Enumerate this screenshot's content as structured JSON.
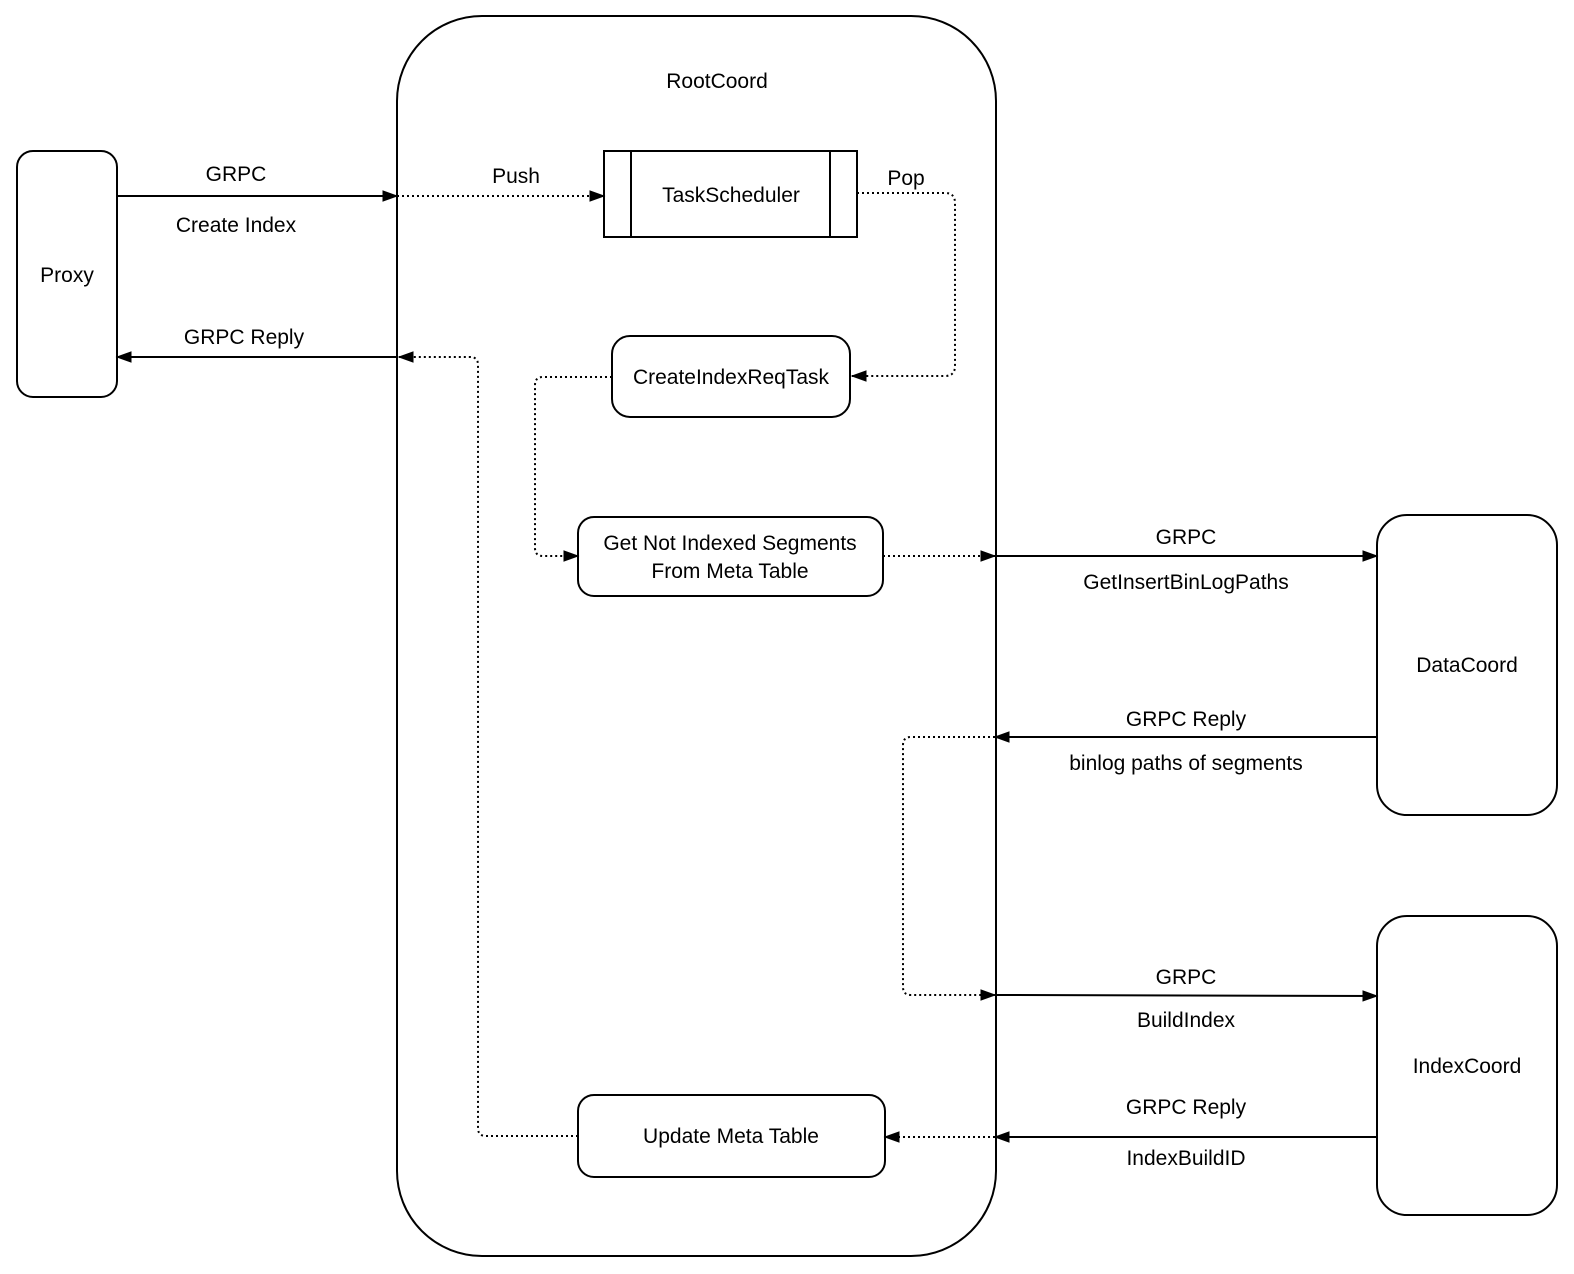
{
  "diagram": {
    "background": "#ffffff",
    "stroke_color": "#000000",
    "nodes": {
      "proxy": {
        "label": "Proxy"
      },
      "root_coord": {
        "label": "RootCoord"
      },
      "task_scheduler": {
        "label": "TaskScheduler"
      },
      "create_index_req_task": {
        "label": "CreateIndexReqTask"
      },
      "get_not_indexed_segments": {
        "line1": "Get Not Indexed Segments",
        "line2": "From Meta Table"
      },
      "update_meta_table": {
        "label": "Update Meta Table"
      },
      "data_coord": {
        "label": "DataCoord"
      },
      "index_coord": {
        "label": "IndexCoord"
      }
    },
    "edges": {
      "proxy_to_rootcoord": {
        "protocol": "GRPC",
        "message": "Create Index"
      },
      "rootcoord_to_proxy": {
        "protocol": "GRPC Reply"
      },
      "push": {
        "label": "Push"
      },
      "pop": {
        "label": "Pop"
      },
      "rootcoord_to_datacoord": {
        "protocol": "GRPC",
        "message": "GetInsertBinLogPaths"
      },
      "datacoord_to_rootcoord": {
        "protocol": "GRPC Reply",
        "message": "binlog paths of segments"
      },
      "rootcoord_to_indexcoord": {
        "protocol": "GRPC",
        "message": "BuildIndex"
      },
      "indexcoord_to_rootcoord": {
        "protocol": "GRPC Reply",
        "message": "IndexBuildID"
      }
    }
  }
}
